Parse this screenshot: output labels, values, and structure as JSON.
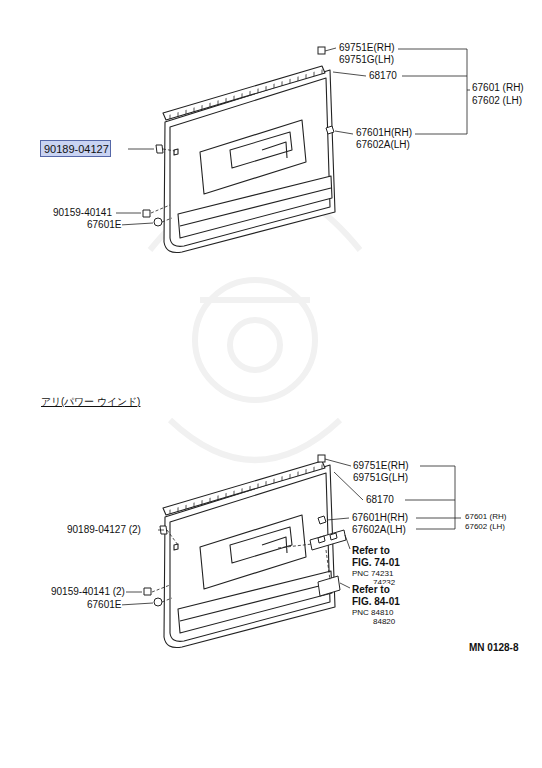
{
  "diagram": {
    "nodes": [
      {
        "text": [
          "90189-04127"
        ]
      }
    ],
    "labels": [
      "69751E(RH)",
      "69751G(LH)",
      "68170",
      "67601 (RH)",
      "67602 (LH)",
      "67601H(RH)",
      "67602A(LH)",
      "90159-40141",
      "67601E",
      "アリ(パワー ウインド)",
      "69751E(RH)",
      "69751G(LH)",
      "68170",
      "67601H(RH)",
      "67602A(LH)",
      "67601 (RH)",
      "67602 (LH)",
      "90189-04127 (2)",
      "Refer to",
      "FIG. 74-01",
      "PNC 74231",
      "74232",
      "Refer to",
      "FIG. 84-01",
      "PNC 84810",
      "84820",
      "90159-40141 (2)",
      "67601E",
      "MN 0128-8"
    ]
  }
}
